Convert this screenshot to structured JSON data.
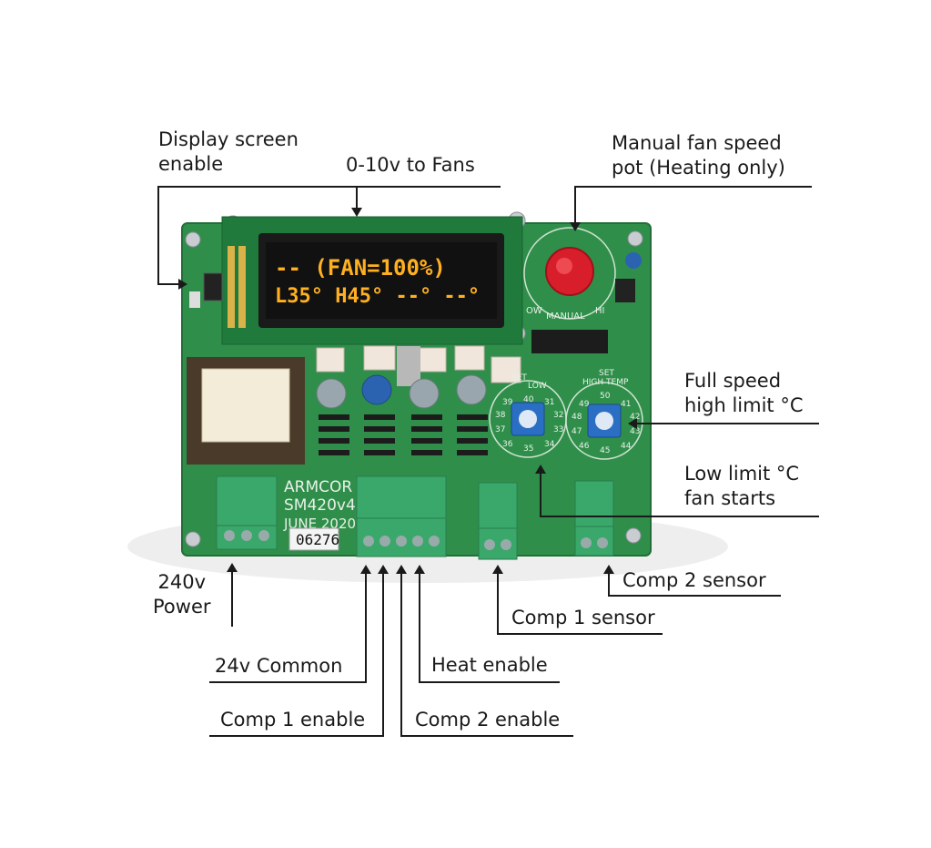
{
  "labels": {
    "display_enable": [
      "Display screen",
      "enable"
    ],
    "fans_output": "0-10v to Fans",
    "manual_pot": [
      "Manual fan speed",
      "pot (Heating only)"
    ],
    "full_speed": [
      "Full speed",
      "high limit °C"
    ],
    "low_limit": [
      "Low limit °C",
      "fan starts"
    ],
    "power": [
      "240v",
      "Power"
    ],
    "common_24v": "24v Common",
    "heat_enable": "Heat enable",
    "comp1_sensor": "Comp 1 sensor",
    "comp2_sensor": "Comp 2 sensor",
    "comp1_enable": "Comp 1 enable",
    "comp2_enable": "Comp 2 enable"
  },
  "display": {
    "line1": "--  (FAN=100%)",
    "line2": "L35° H45°  --°  --°"
  },
  "board": {
    "brand": "ARMCOR",
    "model": "SM420v4",
    "date": "JUNE 2020",
    "serial": "06276",
    "pot_low": "OW",
    "pot_manual": "MANUAL",
    "pot_hi": "HI",
    "dial_low_title": [
      "SET",
      "LOW"
    ],
    "dial_high_title": [
      "SET",
      "HIGH TEMP"
    ],
    "dial_low_numbers": [
      "40",
      "31",
      "32",
      "33",
      "34",
      "35",
      "36",
      "37",
      "38",
      "39"
    ],
    "dial_high_numbers": [
      "50",
      "41",
      "42",
      "43",
      "44",
      "45",
      "46",
      "47",
      "48",
      "49"
    ]
  },
  "colors": {
    "pcb": "#2f8f4a",
    "display_text": "#ffb020",
    "terminal": "#3aa86a",
    "knob": "#d81e2a",
    "rotary_switch": "#2b6fc4"
  }
}
